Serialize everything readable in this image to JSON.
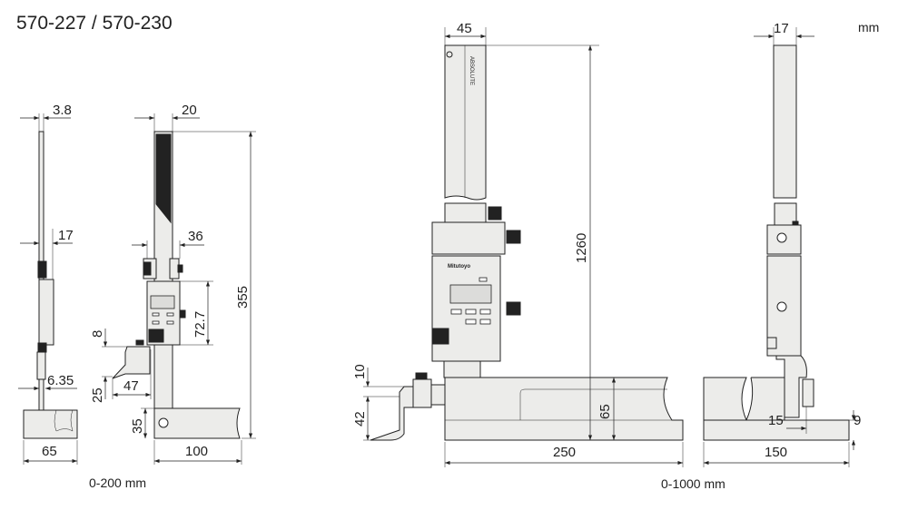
{
  "title": "570-227 / 570-230",
  "unit": "mm",
  "small_model": {
    "caption": "0-200 mm",
    "dims": {
      "scriber_thickness": "3.8",
      "slider_depth": "17",
      "scriber_offset": "6.35",
      "base_depth": "65",
      "column_width": "20",
      "slider_width": "36",
      "display_height": "72.7",
      "overall_height": "355",
      "scriber_top": "8",
      "scriber_drop": "25",
      "scriber_reach": "47",
      "base_height": "35",
      "base_width": "100"
    }
  },
  "large_model": {
    "caption": "0-1000 mm",
    "brand": "Mitutoyo",
    "scale_mark": "ABSOLUTE",
    "dims": {
      "column_width": "45",
      "overall_height": "1260",
      "scriber_top": "10",
      "scriber_drop": "42",
      "base_height": "65",
      "base_width": "250",
      "column_depth": "17",
      "scriber_offset": "15",
      "foot_height": "9",
      "base_depth": "150"
    }
  }
}
